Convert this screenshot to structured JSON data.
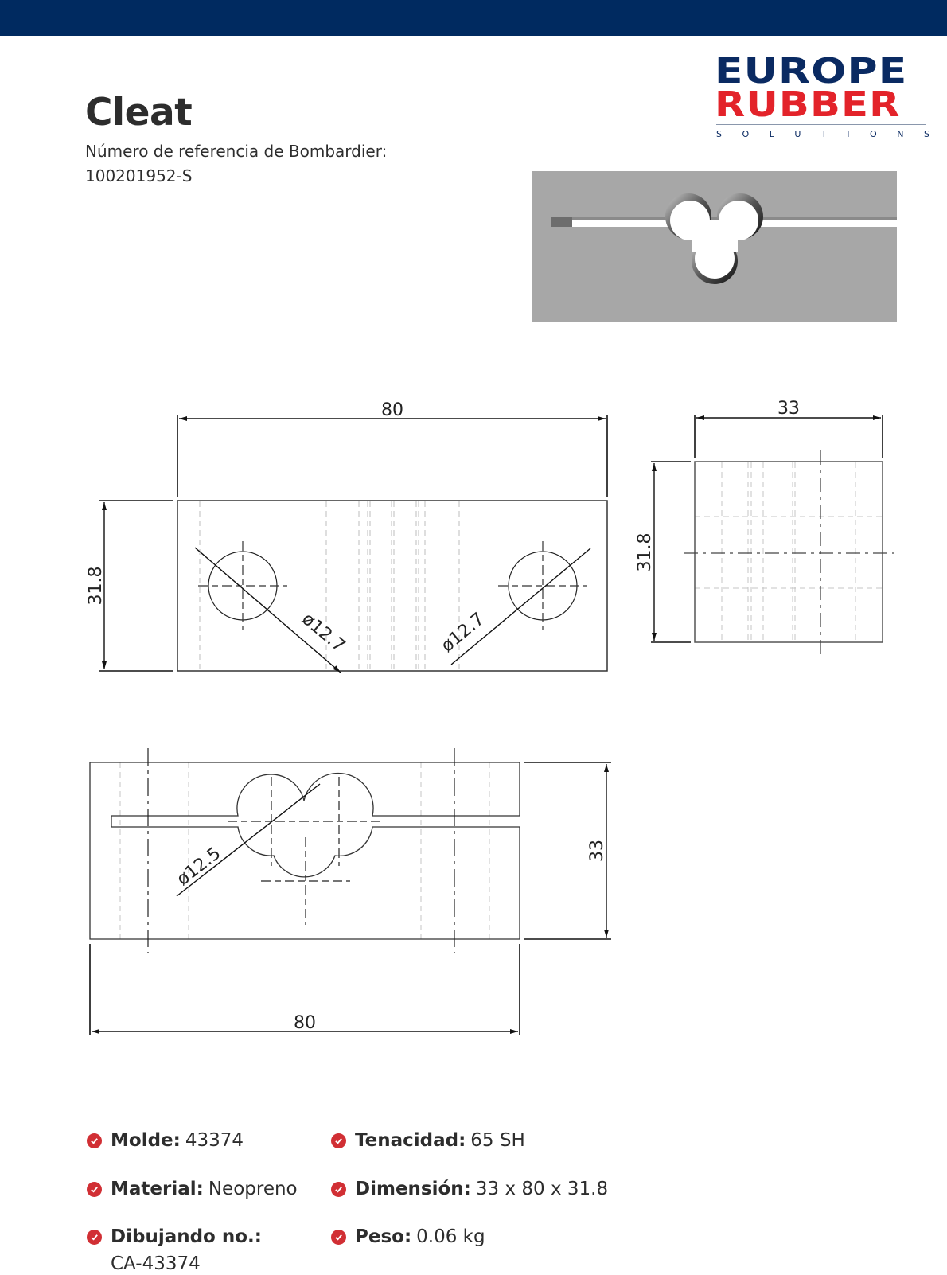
{
  "colors": {
    "header_bar": "#002a60",
    "brand_blue": "#0a2a62",
    "brand_red": "#e3232a",
    "check_red": "#d12f34",
    "render_gray": "#a7a7a7"
  },
  "logo": {
    "line1": "EUROPE",
    "line2": "RUBBER",
    "tagline_letters": [
      "S",
      "O",
      "L",
      "U",
      "T",
      "I",
      "O",
      "N",
      "S"
    ]
  },
  "product": {
    "title": "Cleat",
    "reference_label": "Número de referencia de Bombardier:",
    "reference_value": "100201952-S"
  },
  "drawing": {
    "front_view": {
      "width_dim": "80",
      "height_dim": "31.8",
      "hole_left_dim": "ø12.7",
      "hole_right_dim": "ø12.7"
    },
    "side_view": {
      "width_dim": "33",
      "height_dim": "31.8"
    },
    "bottom_view": {
      "width_dim": "80",
      "height_dim": "33",
      "cutout_dim": "ø12.5"
    }
  },
  "specs": {
    "left": [
      {
        "icon": "check-circle-icon",
        "key": "Molde:",
        "value": "43374"
      },
      {
        "icon": "check-circle-icon",
        "key": "Material:",
        "value": "Neopreno"
      },
      {
        "icon": "check-circle-icon",
        "key": "Dibujando no.:",
        "value": "CA-43374"
      }
    ],
    "right": [
      {
        "icon": "check-circle-icon",
        "key": "Tenacidad:",
        "value": "65 SH"
      },
      {
        "icon": "check-circle-icon",
        "key": "Dimensión:",
        "value": "33 x 80 x 31.8"
      },
      {
        "icon": "check-circle-icon",
        "key": "Peso:",
        "value": "0.06 kg"
      }
    ]
  }
}
